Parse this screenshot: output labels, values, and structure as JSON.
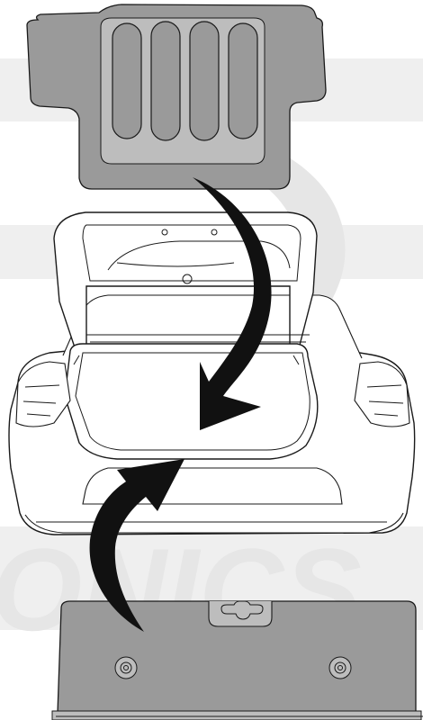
{
  "illustration": {
    "subject": "trunk-lining-installation",
    "parts": [
      "trunk-floor-mat",
      "sedan-rear-open-trunk",
      "trunk-rear-trim-panel"
    ],
    "arrows": [
      "install-floor-mat-arrow",
      "install-rear-trim-arrow"
    ],
    "watermark_text": "ONICS"
  },
  "colors": {
    "panel_fill": "#9a9a9a",
    "panel_light": "#bdbdbd",
    "line": "#1a1a1a",
    "arrow": "#111111",
    "band": "#efefef",
    "watermark": "#e6e6e6",
    "background": "#ffffff"
  }
}
